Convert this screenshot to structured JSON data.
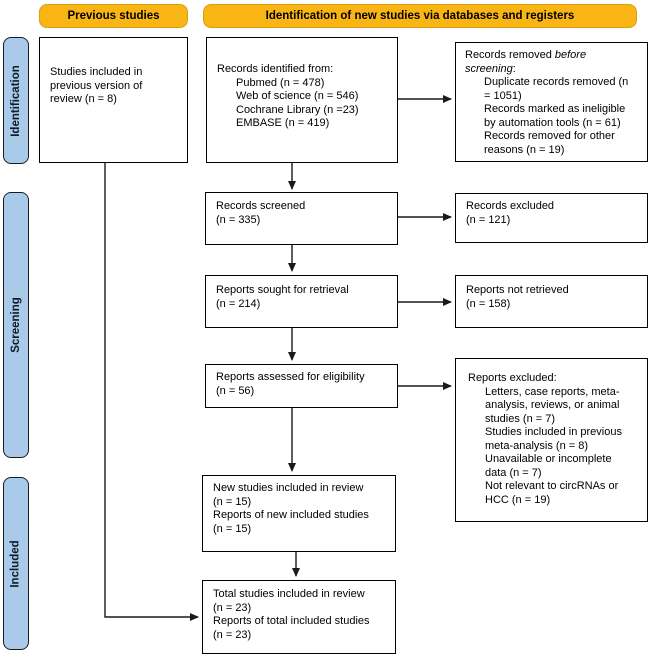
{
  "colors": {
    "header-fill": "#F9B513",
    "header-border": "#DB9E10",
    "stage-fill": "#A9CBE9",
    "stage-border": "#1B1B1B",
    "box-border": "#000000",
    "arrow": "#1A1A1A"
  },
  "headers": {
    "previous": "Previous studies",
    "identification": "Identification of new studies via databases and registers"
  },
  "stages": {
    "identification": "Identification",
    "screening": "Screening",
    "included": "Included"
  },
  "boxes": {
    "previous_review": {
      "lines": [
        "Studies included in",
        "previous version of",
        "review (n = 8)"
      ]
    },
    "records_identified": {
      "title": "Records identified from:",
      "items": [
        "Pubmed (n = 478)",
        "Web of science (n = 546)",
        "Cochrane Library (n =23)",
        "EMBASE (n = 419)"
      ]
    },
    "records_removed": {
      "title_roman": "Records removed ",
      "title_italic_1": "before",
      "title_italic_2": "screening",
      "title_suffix": ":",
      "item_lines": [
        "Duplicate records removed (n",
        "= 1051)",
        "Records marked as ineligible",
        "by automation tools (n = 61)",
        "Records removed for other",
        "reasons (n = 19)"
      ]
    },
    "records_screened": {
      "lines": [
        "Records screened",
        "(n = 335)"
      ]
    },
    "records_excluded": {
      "lines": [
        "Records excluded",
        "(n = 121)"
      ]
    },
    "reports_sought": {
      "lines": [
        "Reports sought for retrieval",
        "(n = 214)"
      ]
    },
    "reports_not_retrieved": {
      "lines": [
        "Reports not retrieved",
        "(n = 158)"
      ]
    },
    "reports_assessed": {
      "lines": [
        "Reports assessed for eligibility",
        "(n = 56)"
      ]
    },
    "reports_excluded": {
      "title": "Reports excluded:",
      "item_lines": [
        "Letters, case reports, meta-",
        "analysis, reviews, or animal",
        "studies (n = 7)",
        "Studies included in previous",
        "meta-analysis (n = 8)",
        "Unavailable or incomplete",
        "data (n = 7)",
        "Not relevant to circRNAs or",
        "HCC (n = 19)"
      ]
    },
    "new_studies": {
      "lines": [
        "New studies included in review",
        "(n = 15)",
        "Reports of new included studies",
        "(n = 15)"
      ]
    },
    "total_studies": {
      "lines": [
        "Total studies included in review",
        "(n = 23)",
        "Reports of total included studies",
        "(n = 23)"
      ]
    }
  }
}
